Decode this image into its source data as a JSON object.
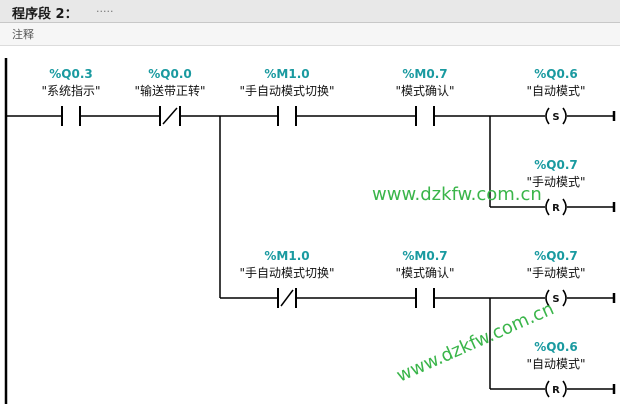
{
  "network": {
    "title": "程序段 2：",
    "dots": ".....",
    "comment": "注释"
  },
  "rung1": {
    "contacts": [
      {
        "address": "%Q0.3",
        "symbol": "\"系统指示\"",
        "type": "no"
      },
      {
        "address": "%Q0.0",
        "symbol": "\"输送带正转\"",
        "type": "nc"
      },
      {
        "address": "%M1.0",
        "symbol": "\"手自动模式切换\"",
        "type": "no"
      },
      {
        "address": "%M0.7",
        "symbol": "\"模式确认\"",
        "type": "no"
      }
    ],
    "coils": [
      {
        "address": "%Q0.6",
        "symbol": "\"自动模式\"",
        "letter": "S"
      },
      {
        "address": "%Q0.7",
        "symbol": "\"手动模式\"",
        "letter": "R"
      }
    ]
  },
  "rung2": {
    "contacts": [
      {
        "address": "%M1.0",
        "symbol": "\"手自动模式切换\"",
        "type": "nc"
      },
      {
        "address": "%M0.7",
        "symbol": "\"模式确认\"",
        "type": "no"
      }
    ],
    "coils": [
      {
        "address": "%Q0.7",
        "symbol": "\"手动模式\"",
        "letter": "S"
      },
      {
        "address": "%Q0.6",
        "symbol": "\"自动模式\"",
        "letter": "R"
      }
    ]
  },
  "watermark": {
    "text1": "www.dzkfw.com.cn",
    "text2": "www.dzkfw.com.cn",
    "color": "#3ab54a"
  },
  "colors": {
    "address": "#1a9aa0",
    "wire": "#000000"
  }
}
